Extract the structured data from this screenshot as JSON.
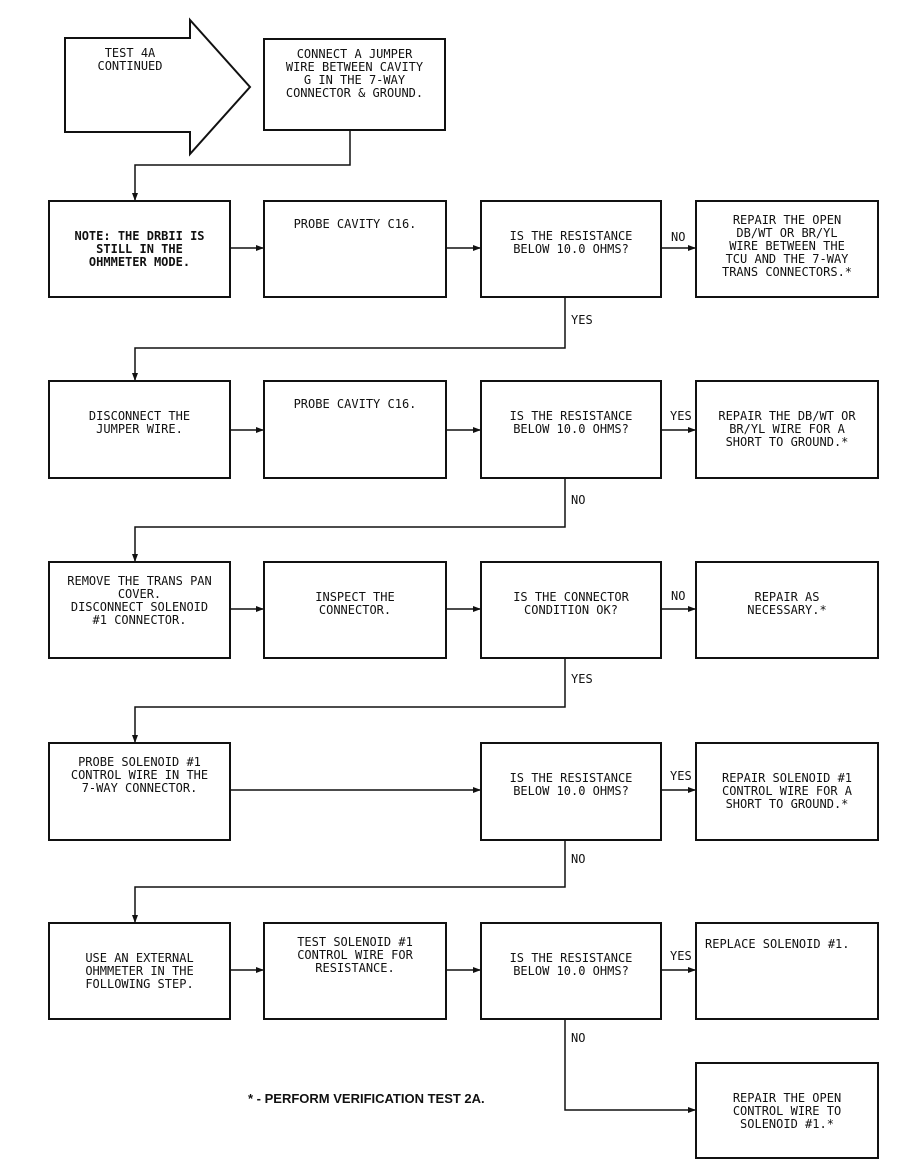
{
  "start": "TEST 4A\nCONTINUED",
  "row1": {
    "connect_jumper": "CONNECT A JUMPER\nWIRE BETWEEN CAVITY\nG IN THE 7-WAY\nCONNECTOR & GROUND."
  },
  "row2": {
    "note": "NOTE: THE DRBII IS\nSTILL IN THE\nOHMMETER MODE.",
    "probe": "PROBE CAVITY C16.",
    "question": "IS THE RESISTANCE\nBELOW 10.0 OHMS?",
    "repair": "REPAIR THE OPEN\nDB/WT OR BR/YL\nWIRE BETWEEN THE\nTCU AND THE 7-WAY\nTRANS CONNECTORS.*",
    "no_label": "NO",
    "yes_label": "YES"
  },
  "row3": {
    "disconnect": "DISCONNECT THE\nJUMPER WIRE.",
    "probe": "PROBE CAVITY C16.",
    "question": "IS THE RESISTANCE\nBELOW 10.0 OHMS?",
    "repair": "REPAIR THE DB/WT OR\nBR/YL WIRE FOR A\nSHORT TO GROUND.*",
    "yes_label": "YES",
    "no_label": "NO"
  },
  "row4": {
    "remove": "REMOVE THE TRANS PAN\nCOVER.\nDISCONNECT SOLENOID\n#1 CONNECTOR.",
    "inspect": "INSPECT THE\nCONNECTOR.",
    "question": "IS THE CONNECTOR\nCONDITION OK?",
    "repair": "REPAIR AS\nNECESSARY.*",
    "no_label": "NO",
    "yes_label": "YES"
  },
  "row5": {
    "probe": "PROBE SOLENOID #1\nCONTROL WIRE IN THE\n7-WAY CONNECTOR.",
    "question": "IS THE RESISTANCE\nBELOW 10.0 OHMS?",
    "repair": "REPAIR SOLENOID #1\nCONTROL WIRE FOR A\nSHORT TO GROUND.*",
    "yes_label": "YES",
    "no_label": "NO"
  },
  "row6": {
    "use": "USE AN EXTERNAL\nOHMMETER IN THE\nFOLLOWING STEP.",
    "test": "TEST SOLENOID #1\nCONTROL WIRE FOR\nRESISTANCE.",
    "question": "IS THE RESISTANCE\nBELOW 10.0 OHMS?",
    "replace": "REPLACE SOLENOID #1.",
    "yes_label": "YES",
    "no_label": "NO"
  },
  "row7": {
    "repair": "REPAIR THE OPEN\nCONTROL WIRE TO\nSOLENOID #1.*"
  },
  "footnote": "* - PERFORM VERIFICATION TEST 2A."
}
